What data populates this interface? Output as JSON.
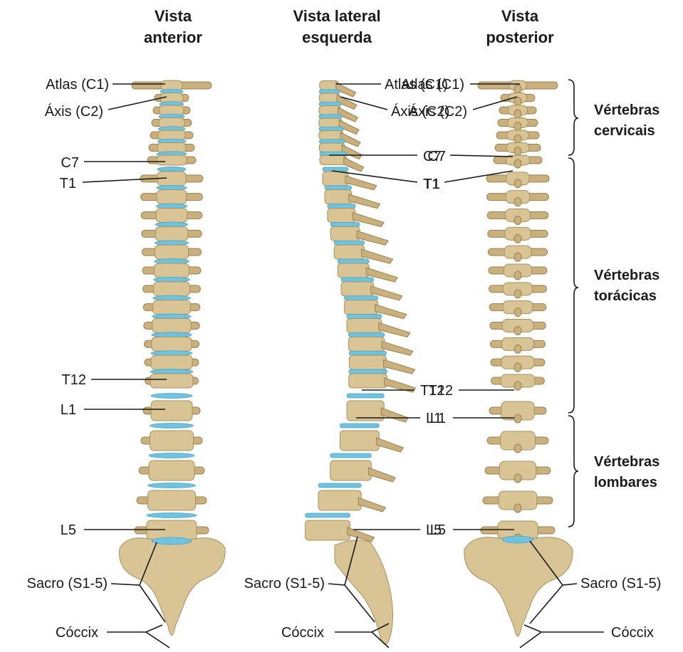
{
  "views": {
    "anterior": {
      "title_line1": "Vista",
      "title_line2": "anterior"
    },
    "lateral": {
      "title_line1": "Vista lateral",
      "title_line2": "esquerda"
    },
    "posterior": {
      "title_line1": "Vista",
      "title_line2": "posterior"
    }
  },
  "labels": {
    "atlas": "Atlas (C1)",
    "axis": "Áxis (C2)",
    "c7": "C7",
    "t1": "T1",
    "t12": "T12",
    "l1": "L1",
    "l5": "L5",
    "sacro": "Sacro (S1-5)",
    "coccix": "Cóccix"
  },
  "groups": {
    "cervical": {
      "line1": "Vértebras",
      "line2": "cervicais"
    },
    "thoracic": {
      "line1": "Vértebras",
      "line2": "torácicas"
    },
    "lumbar": {
      "line1": "Vértebras",
      "line2": "lombares"
    }
  },
  "colors": {
    "bone": "#d9c495",
    "disc": "#6fc3df",
    "text": "#1a1a1a"
  }
}
